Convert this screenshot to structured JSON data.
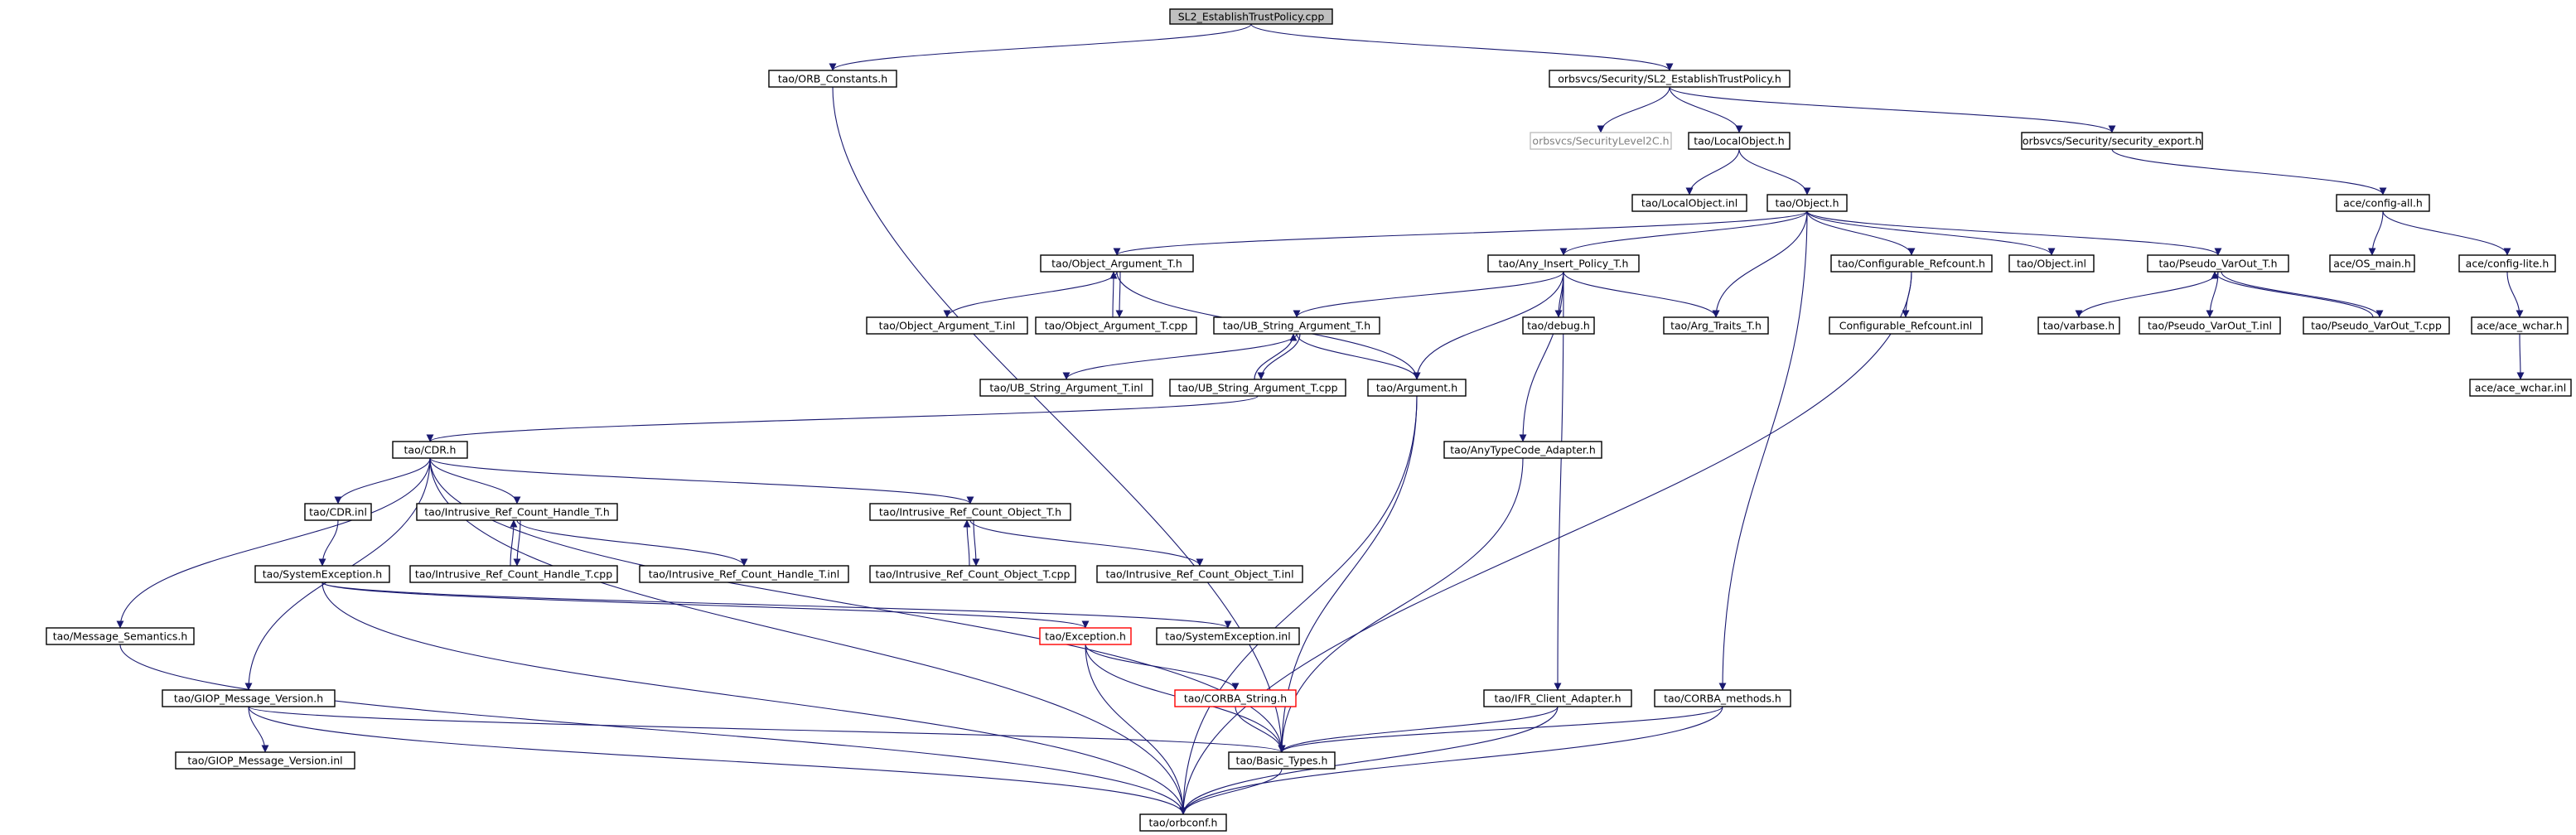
{
  "colors": {
    "edge": "#191970",
    "node_border": "#000000",
    "node_border_missing": "#bfbfbf",
    "node_border_truncated": "#ff0000",
    "root_fill": "#bfbfbf"
  },
  "nodes": [
    {
      "id": "root",
      "label": "SL2_EstablishTrustPolicy.cpp",
      "style": "root"
    },
    {
      "id": "orb_constants",
      "label": "tao/ORB_Constants.h"
    },
    {
      "id": "sl2_etp_h",
      "label": "orbsvcs/Security/SL2_EstablishTrustPolicy.h"
    },
    {
      "id": "securitylevel2c",
      "label": "orbsvcs/SecurityLevel2C.h",
      "style": "gray"
    },
    {
      "id": "localobject_h",
      "label": "tao/LocalObject.h"
    },
    {
      "id": "security_export",
      "label": "orbsvcs/Security/security_export.h"
    },
    {
      "id": "localobject_inl",
      "label": "tao/LocalObject.inl"
    },
    {
      "id": "object_h",
      "label": "tao/Object.h"
    },
    {
      "id": "config_all",
      "label": "ace/config-all.h"
    },
    {
      "id": "object_argument_t_h",
      "label": "tao/Object_Argument_T.h"
    },
    {
      "id": "any_insert_policy",
      "label": "tao/Any_Insert_Policy_T.h"
    },
    {
      "id": "configurable_refcount_h",
      "label": "tao/Configurable_Refcount.h"
    },
    {
      "id": "object_inl",
      "label": "tao/Object.inl"
    },
    {
      "id": "pseudo_varout_h",
      "label": "tao/Pseudo_VarOut_T.h"
    },
    {
      "id": "os_main",
      "label": "ace/OS_main.h"
    },
    {
      "id": "config_lite",
      "label": "ace/config-lite.h"
    },
    {
      "id": "object_argument_t_inl",
      "label": "tao/Object_Argument_T.inl"
    },
    {
      "id": "object_argument_t_cpp",
      "label": "tao/Object_Argument_T.cpp"
    },
    {
      "id": "ub_string_argument_h",
      "label": "tao/UB_String_Argument_T.h"
    },
    {
      "id": "debug_h",
      "label": "tao/debug.h"
    },
    {
      "id": "arg_traits",
      "label": "tao/Arg_Traits_T.h"
    },
    {
      "id": "configurable_refcount_inl",
      "label": "Configurable_Refcount.inl"
    },
    {
      "id": "varbase",
      "label": "tao/varbase.h"
    },
    {
      "id": "pseudo_varout_inl",
      "label": "tao/Pseudo_VarOut_T.inl"
    },
    {
      "id": "pseudo_varout_cpp",
      "label": "tao/Pseudo_VarOut_T.cpp"
    },
    {
      "id": "ace_wchar_h",
      "label": "ace/ace_wchar.h"
    },
    {
      "id": "ub_string_argument_inl",
      "label": "tao/UB_String_Argument_T.inl"
    },
    {
      "id": "ub_string_argument_cpp",
      "label": "tao/UB_String_Argument_T.cpp"
    },
    {
      "id": "argument_h",
      "label": "tao/Argument.h"
    },
    {
      "id": "ace_wchar_inl",
      "label": "ace/ace_wchar.inl"
    },
    {
      "id": "cdr_h",
      "label": "tao/CDR.h"
    },
    {
      "id": "anytypecode_adapter",
      "label": "tao/AnyTypeCode_Adapter.h"
    },
    {
      "id": "cdr_inl",
      "label": "tao/CDR.inl"
    },
    {
      "id": "irch_t_h",
      "label": "tao/Intrusive_Ref_Count_Handle_T.h"
    },
    {
      "id": "irco_t_h",
      "label": "tao/Intrusive_Ref_Count_Object_T.h"
    },
    {
      "id": "systemexception_h",
      "label": "tao/SystemException.h"
    },
    {
      "id": "irch_t_cpp",
      "label": "tao/Intrusive_Ref_Count_Handle_T.cpp"
    },
    {
      "id": "irch_t_inl",
      "label": "tao/Intrusive_Ref_Count_Handle_T.inl"
    },
    {
      "id": "irco_t_cpp",
      "label": "tao/Intrusive_Ref_Count_Object_T.cpp"
    },
    {
      "id": "irco_t_inl",
      "label": "tao/Intrusive_Ref_Count_Object_T.inl"
    },
    {
      "id": "message_semantics",
      "label": "tao/Message_Semantics.h"
    },
    {
      "id": "exception_h",
      "label": "tao/Exception.h",
      "style": "red"
    },
    {
      "id": "systemexception_inl",
      "label": "tao/SystemException.inl"
    },
    {
      "id": "corba_string",
      "label": "tao/CORBA_String.h",
      "style": "red"
    },
    {
      "id": "giop_message_version_h",
      "label": "tao/GIOP_Message_Version.h"
    },
    {
      "id": "ifr_client_adapter",
      "label": "tao/IFR_Client_Adapter.h"
    },
    {
      "id": "corba_methods",
      "label": "tao/CORBA_methods.h"
    },
    {
      "id": "giop_message_version_inl",
      "label": "tao/GIOP_Message_Version.inl"
    },
    {
      "id": "basic_types",
      "label": "tao/Basic_Types.h"
    },
    {
      "id": "orbconf",
      "label": "tao/orbconf.h"
    }
  ],
  "edges": [
    [
      "root",
      "orb_constants"
    ],
    [
      "root",
      "sl2_etp_h"
    ],
    [
      "orb_constants",
      "basic_types"
    ],
    [
      "sl2_etp_h",
      "securitylevel2c"
    ],
    [
      "sl2_etp_h",
      "localobject_h"
    ],
    [
      "sl2_etp_h",
      "security_export"
    ],
    [
      "localobject_h",
      "localobject_inl"
    ],
    [
      "localobject_h",
      "object_h"
    ],
    [
      "security_export",
      "config_all"
    ],
    [
      "config_all",
      "os_main"
    ],
    [
      "config_all",
      "config_lite"
    ],
    [
      "config_lite",
      "ace_wchar_h"
    ],
    [
      "ace_wchar_h",
      "ace_wchar_inl"
    ],
    [
      "object_h",
      "object_argument_t_h"
    ],
    [
      "object_h",
      "any_insert_policy"
    ],
    [
      "object_h",
      "configurable_refcount_h"
    ],
    [
      "object_h",
      "object_inl"
    ],
    [
      "object_h",
      "pseudo_varout_h"
    ],
    [
      "object_h",
      "arg_traits"
    ],
    [
      "object_h",
      "corba_methods"
    ],
    [
      "object_argument_t_h",
      "object_argument_t_inl"
    ],
    [
      "object_argument_t_h",
      "object_argument_t_cpp"
    ],
    [
      "object_argument_t_cpp",
      "object_argument_t_h"
    ],
    [
      "object_argument_t_h",
      "argument_h"
    ],
    [
      "any_insert_policy",
      "ub_string_argument_h"
    ],
    [
      "any_insert_policy",
      "debug_h"
    ],
    [
      "any_insert_policy",
      "arg_traits"
    ],
    [
      "any_insert_policy",
      "argument_h"
    ],
    [
      "any_insert_policy",
      "anytypecode_adapter"
    ],
    [
      "any_insert_policy",
      "ifr_client_adapter"
    ],
    [
      "configurable_refcount_h",
      "configurable_refcount_inl"
    ],
    [
      "configurable_refcount_h",
      "orbconf"
    ],
    [
      "pseudo_varout_h",
      "varbase"
    ],
    [
      "pseudo_varout_h",
      "pseudo_varout_inl"
    ],
    [
      "pseudo_varout_h",
      "pseudo_varout_cpp"
    ],
    [
      "pseudo_varout_cpp",
      "pseudo_varout_h"
    ],
    [
      "ub_string_argument_h",
      "ub_string_argument_inl"
    ],
    [
      "ub_string_argument_h",
      "ub_string_argument_cpp"
    ],
    [
      "ub_string_argument_cpp",
      "ub_string_argument_h"
    ],
    [
      "ub_string_argument_h",
      "argument_h"
    ],
    [
      "ub_string_argument_cpp",
      "cdr_h"
    ],
    [
      "argument_h",
      "basic_types"
    ],
    [
      "argument_h",
      "orbconf"
    ],
    [
      "anytypecode_adapter",
      "basic_types"
    ],
    [
      "cdr_h",
      "cdr_inl"
    ],
    [
      "cdr_h",
      "irch_t_h"
    ],
    [
      "cdr_h",
      "irco_t_h"
    ],
    [
      "cdr_h",
      "message_semantics"
    ],
    [
      "cdr_h",
      "giop_message_version_h"
    ],
    [
      "cdr_h",
      "basic_types"
    ],
    [
      "cdr_h",
      "orbconf"
    ],
    [
      "cdr_inl",
      "systemexception_h"
    ],
    [
      "irch_t_h",
      "irch_t_cpp"
    ],
    [
      "irch_t_cpp",
      "irch_t_h"
    ],
    [
      "irch_t_h",
      "irch_t_inl"
    ],
    [
      "irco_t_h",
      "irco_t_cpp"
    ],
    [
      "irco_t_cpp",
      "irco_t_h"
    ],
    [
      "irco_t_h",
      "irco_t_inl"
    ],
    [
      "systemexception_h",
      "exception_h"
    ],
    [
      "systemexception_h",
      "systemexception_inl"
    ],
    [
      "systemexception_h",
      "orbconf"
    ],
    [
      "exception_h",
      "corba_string"
    ],
    [
      "exception_h",
      "basic_types"
    ],
    [
      "exception_h",
      "orbconf"
    ],
    [
      "corba_string",
      "basic_types"
    ],
    [
      "message_semantics",
      "orbconf"
    ],
    [
      "giop_message_version_h",
      "giop_message_version_inl"
    ],
    [
      "giop_message_version_h",
      "basic_types"
    ],
    [
      "giop_message_version_h",
      "orbconf"
    ],
    [
      "ifr_client_adapter",
      "basic_types"
    ],
    [
      "ifr_client_adapter",
      "orbconf"
    ],
    [
      "corba_methods",
      "basic_types"
    ],
    [
      "corba_methods",
      "orbconf"
    ],
    [
      "basic_types",
      "orbconf"
    ]
  ]
}
